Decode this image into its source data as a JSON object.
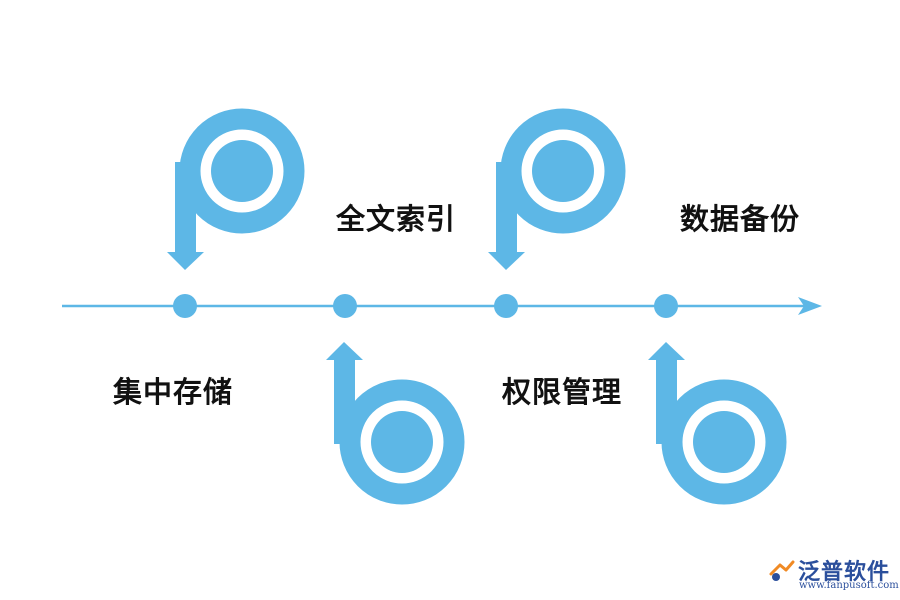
{
  "colors": {
    "accent": "#5db7e6",
    "text": "#111111",
    "logo": "#2b4f9c",
    "logo_orange": "#f08a24"
  },
  "timeline": {
    "labels": [
      "集中存储",
      "全文索引",
      "权限管理",
      "数据备份"
    ]
  },
  "logo": {
    "name": "泛普软件",
    "url": "www.fanpusoft.com"
  }
}
